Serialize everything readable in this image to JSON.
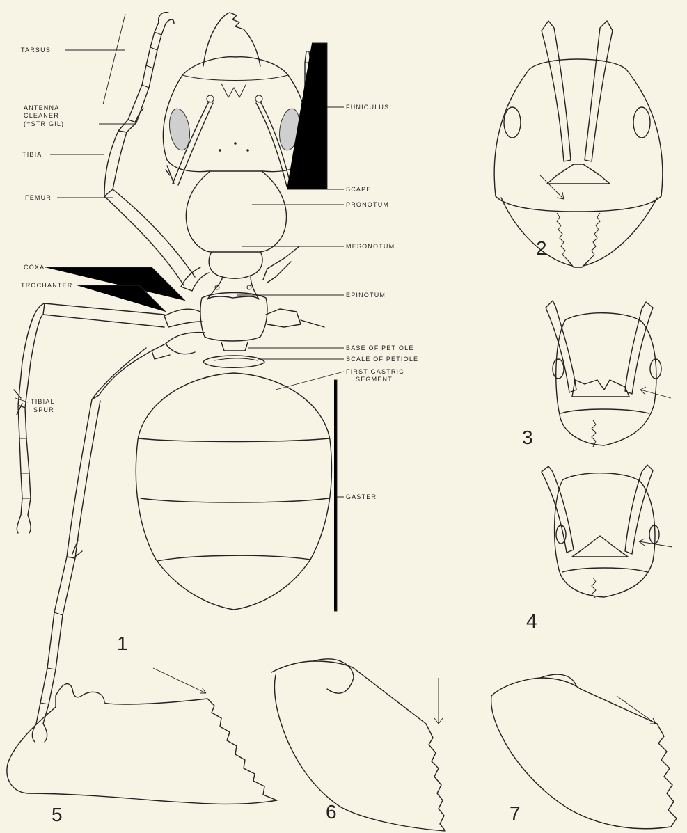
{
  "figure_labels": {
    "tarsus": "TARSUS",
    "antenna_cleaner_1": "ANTENNA",
    "antenna_cleaner_2": "CLEANER",
    "antenna_cleaner_3": "(=STRIGIL)",
    "tibia": "TIBIA",
    "femur": "FEMUR",
    "coxa": "COXA",
    "trochanter": "TROCHANTER",
    "tibial_spur_1": "TIBIAL",
    "tibial_spur_2": "SPUR",
    "funiculus": "FUNICULUS",
    "scape": "SCAPE",
    "pronotum": "PRONOTUM",
    "mesonotum": "MESONOTUM",
    "epinotum": "EPINOTUM",
    "base_of_petiole": "BASE OF PETIOLE",
    "scale_of_petiole": "SCALE OF PETIOLE",
    "first_gastric_1": "FIRST GASTRIC",
    "first_gastric_2": "SEGMENT",
    "gaster": "GASTER"
  },
  "figure_numbers": [
    "1",
    "2",
    "3",
    "4",
    "5",
    "6",
    "7"
  ],
  "colors": {
    "ink": "#222222",
    "paper": "#f7f4e6",
    "eye_fill": "#cfcfcf"
  }
}
